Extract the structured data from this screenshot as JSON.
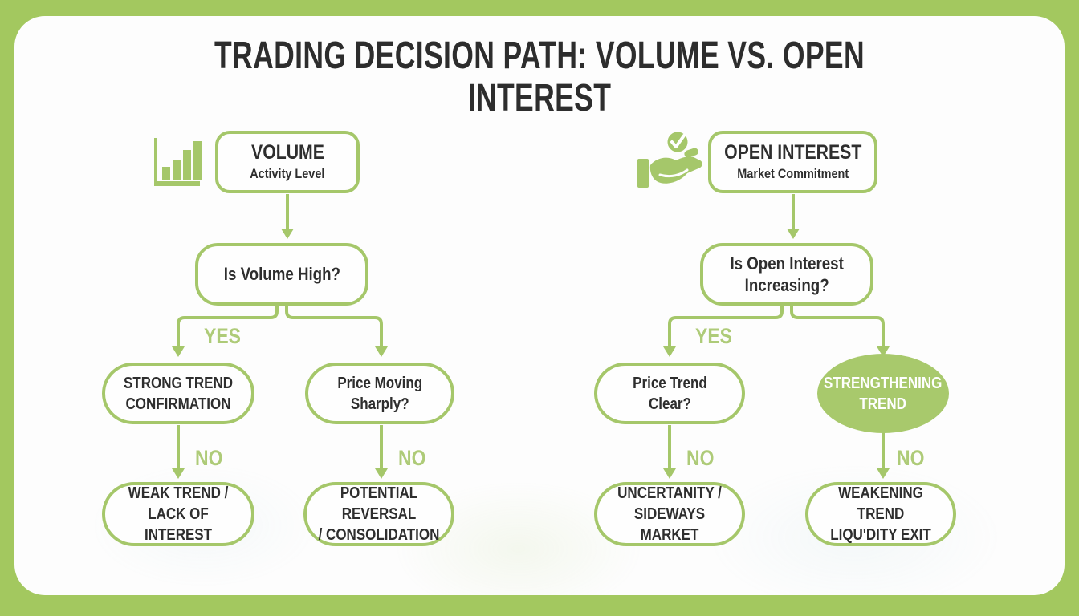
{
  "title": "TRADING DECISION PATH: VOLUME VS. OPEN INTEREST",
  "colors": {
    "frame_green": "#a3c85f",
    "line_green": "#a5c76a",
    "ellipse_fill": "#a8c96c",
    "label_green": "#aecb78",
    "text_dark": "#2e2e2e"
  },
  "labels": {
    "yes": "YES",
    "no": "NO"
  },
  "volume": {
    "icon": "bar-chart-icon",
    "title": "VOLUME",
    "subtitle": "Activity Level",
    "question": "Is Volume High?",
    "yes_result": "STRONG TREND\nCONFIRMATION",
    "sub_question": "Price Moving\nSharply?",
    "yes_no_result": "WEAK TREND /\nLACK OF INTEREST",
    "sub_no_result": "POTENTIAL REVERSAL\n/ CONSOLIDATION"
  },
  "open_interest": {
    "icon": "hand-check-icon",
    "title": "OPEN INTEREST",
    "subtitle": "Market Commitment",
    "question": "Is Open Interest\nIncreasing?",
    "yes_result": "Price Trend\nClear?",
    "strengthening_result": "STRENGTHENING\nTREND",
    "yes_no_result": "UNCERTANITY /\nSIDEWAYS MARKET",
    "strengthening_no_result": "WEAKENING TREND\nLIQU'DITY EXIT"
  }
}
